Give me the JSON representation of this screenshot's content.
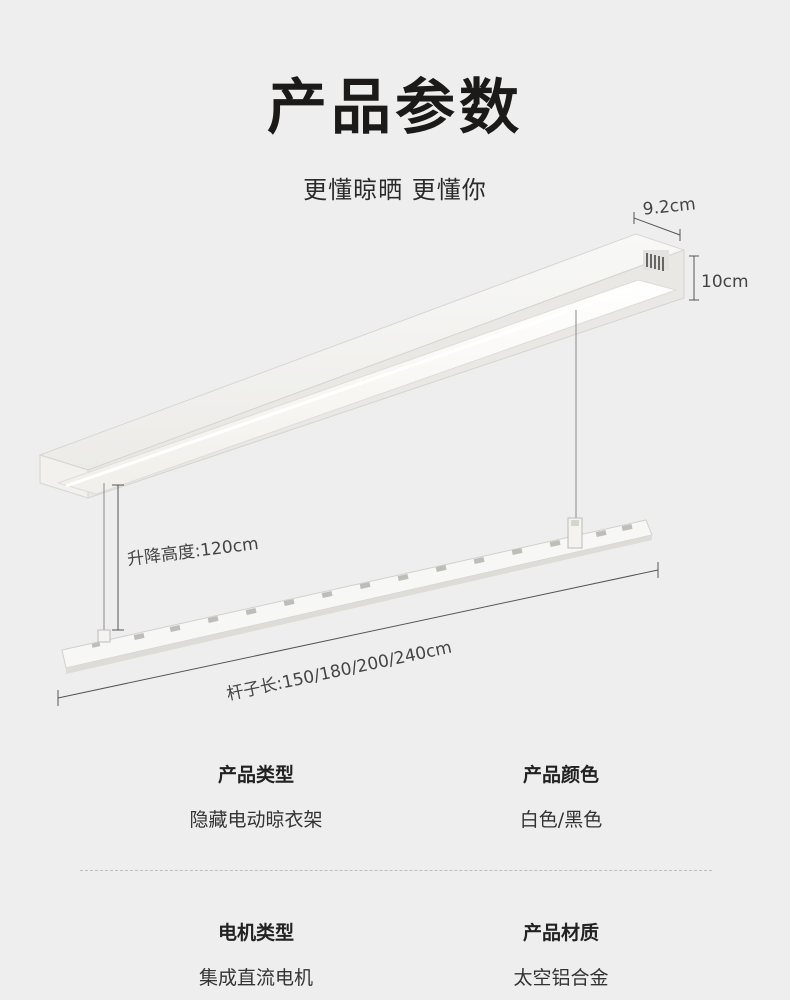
{
  "header": {
    "title": "产品参数",
    "subtitle": "更懂晾晒 更懂你"
  },
  "dimensions": {
    "depth": "9.2cm",
    "height": "10cm",
    "lift": "升降高度:120cm",
    "rod_length": "杆子长:150/180/200/240cm"
  },
  "specs": [
    {
      "label": "产品类型",
      "value": "隐藏电动晾衣架"
    },
    {
      "label": "产品颜色",
      "value": "白色/黑色"
    },
    {
      "label": "电机类型",
      "value": "集成直流电机"
    },
    {
      "label": "产品材质",
      "value": "太空铝合金"
    }
  ],
  "colors": {
    "background": "#eeeeee",
    "title": "#1c1a18",
    "product_white": "#f7f7f5"
  }
}
